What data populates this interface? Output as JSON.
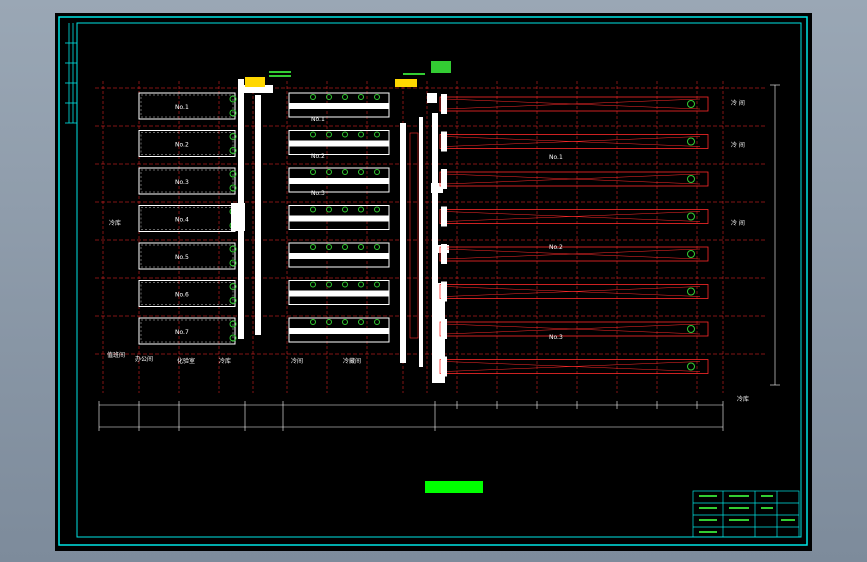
{
  "colors": {
    "background": "#000000",
    "frame": "#00e5e5",
    "grid": "#ff2a2a",
    "wall": "#ffffff",
    "equipment": "#33cc33",
    "label_bg": "#00ff00",
    "note": "#ffd700"
  },
  "labels": {
    "left_rooms": [
      "No.1",
      "No.2",
      "No.3",
      "No.4",
      "No.5",
      "No.6",
      "No.7"
    ],
    "mid_rooms": [
      "No.1",
      "No.2",
      "No.3"
    ],
    "right_rooms": [
      "No.1",
      "No.2",
      "No.3"
    ],
    "right_side": [
      "冷 间",
      "冷 间",
      "冷 间"
    ],
    "bottom_rooms": [
      "值班间",
      "办公间",
      "化验室",
      "冷库",
      "冷间",
      "冷藏间"
    ],
    "left_side": "冷库",
    "bottom_right": "冷库"
  }
}
